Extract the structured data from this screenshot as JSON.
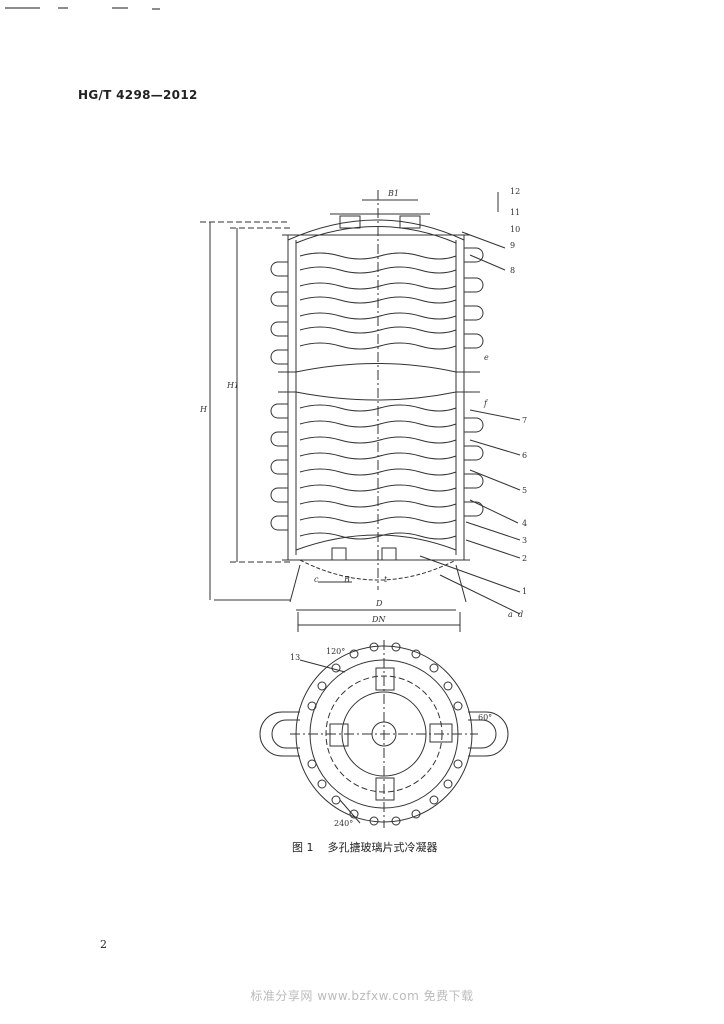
{
  "header": {
    "standard_code": "HG/T 4298—2012"
  },
  "figure": {
    "caption_number": "图 1",
    "caption_title": "多孔搪玻璃片式冷凝器",
    "dimension_labels": {
      "overall_height": "H",
      "body_height": "H1",
      "top_spacing": "B1",
      "bottom_spacing": "B",
      "inner_diameter": "D",
      "nominal_diameter": "DN",
      "angle_120": "120°",
      "angle_60": "60°",
      "angle_240": "240°"
    },
    "part_numbers": [
      "12",
      "11",
      "10",
      "9",
      "8",
      "7",
      "6",
      "5",
      "4",
      "3",
      "2",
      "1",
      "13"
    ],
    "nozzle_letters": {
      "a": "a",
      "d": "d",
      "e": "e",
      "f": "f",
      "t": "t",
      "c": "c"
    }
  },
  "page": {
    "number": "2"
  },
  "watermark": {
    "text": "标准分享网  www.bzfxw.com  免费下载"
  }
}
